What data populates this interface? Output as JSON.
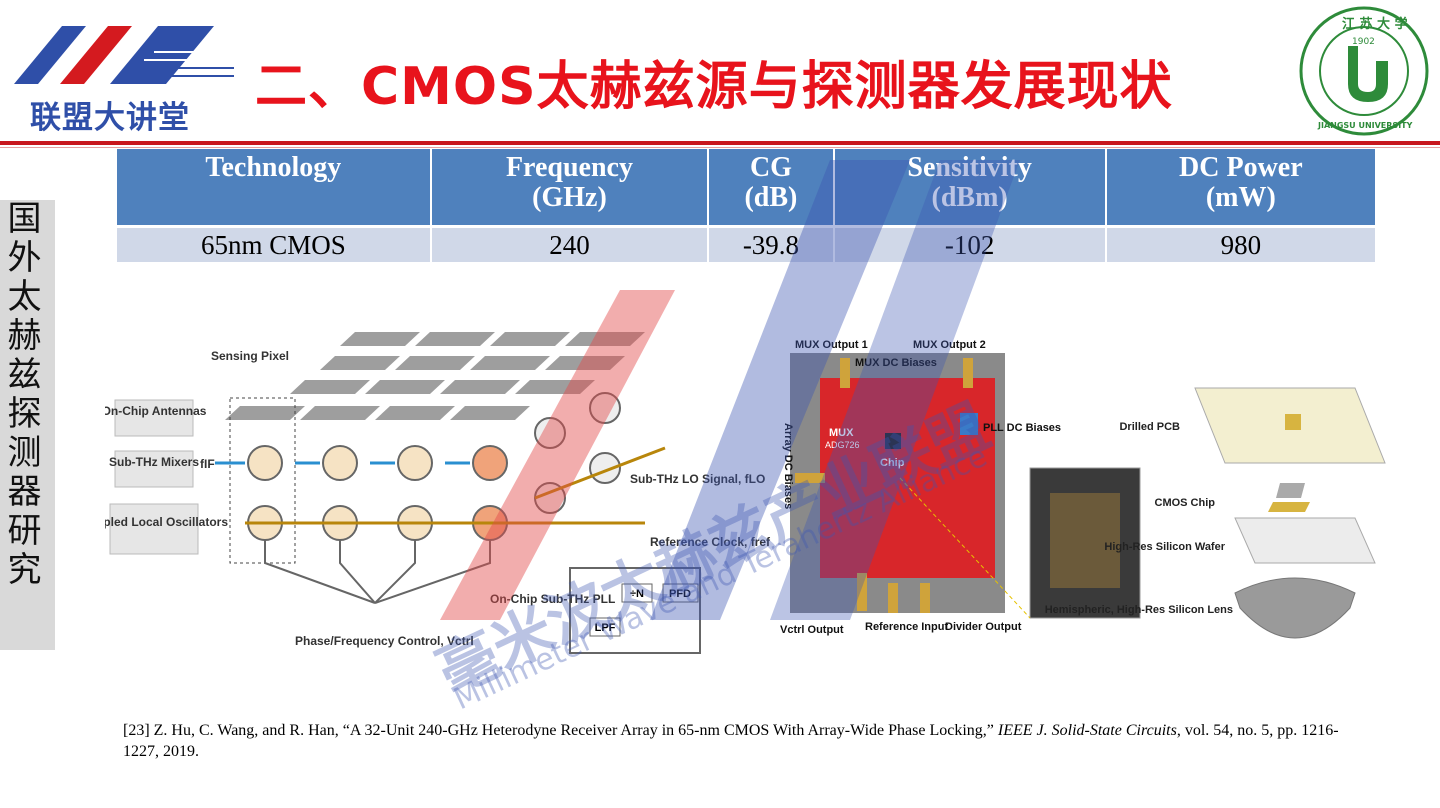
{
  "logo": {
    "text": "联盟大讲堂"
  },
  "header": {
    "title": "二、CMOS太赫兹源与探测器发展现状"
  },
  "university_seal": {
    "top_text": "江 苏 大 学",
    "year": "1902",
    "bottom_text": "JIANGSU UNIVERSITY"
  },
  "sidebar": {
    "chars": [
      "国",
      "外",
      "太",
      "赫",
      "兹",
      "探",
      "测",
      "器",
      "研",
      "究"
    ]
  },
  "table": {
    "headers": [
      {
        "line1": "Technology",
        "line2": ""
      },
      {
        "line1": "Frequency",
        "line2": "(GHz)"
      },
      {
        "line1": "CG",
        "line2": "(dB)"
      },
      {
        "line1": "Sensitivity",
        "line2": "(dBm)"
      },
      {
        "line1": "DC Power",
        "line2": "(mW)"
      }
    ],
    "row": [
      "65nm CMOS",
      "240",
      "-39.8",
      "-102",
      "980"
    ]
  },
  "figure": {
    "block_labels": {
      "sensing_pixel": "Sensing Pixel",
      "on_chip_antennas": "On-Chip Antennas",
      "mixers": "Sub-THz Mixers",
      "lo": "Coupled Local Oscillators",
      "fif": "fIF",
      "lo_signal": "Sub-THz LO Signal, fLO",
      "ref_clock": "Reference Clock, fref",
      "pll": "On-Chip Sub-THz PLL",
      "phase_ctrl": "Phase/Frequency Control, Vctrl",
      "div": "÷N",
      "pfd": "PFD",
      "lpf": "LPF"
    },
    "photo_labels": {
      "mux_out1": "MUX Output 1",
      "mux_out2": "MUX Output 2",
      "mux_dc": "MUX DC Biases",
      "array_dc": "Array DC Biases",
      "pll_dc": "PLL DC Biases",
      "mux": "MUX",
      "adg": "ADG726",
      "chip": "Chip",
      "vctrl_out": "Vctrl Output",
      "ref_in": "Reference Input",
      "div_out": "Divider Output"
    },
    "stack_labels": {
      "drilled_pcb": "Drilled PCB",
      "cmos_chip": "CMOS Chip",
      "wafer": "High-Res Silicon Wafer",
      "lens": "Hemispheric, High-Res Silicon Lens"
    }
  },
  "watermark": {
    "cn": "毫米波太赫兹产业联盟",
    "en": "Millimeter Wave and Terahertz Alliance"
  },
  "reference": {
    "prefix": "[23] Z. Hu, C. Wang, and R. Han, “A 32-Unit 240-GHz Heterodyne Receiver Array in 65-nm CMOS With Array-Wide Phase Locking,” ",
    "journal": "IEEE J. Solid-State Circuits",
    "suffix": ", vol. 54, no.  5, pp.  1216-1227, 2019."
  }
}
